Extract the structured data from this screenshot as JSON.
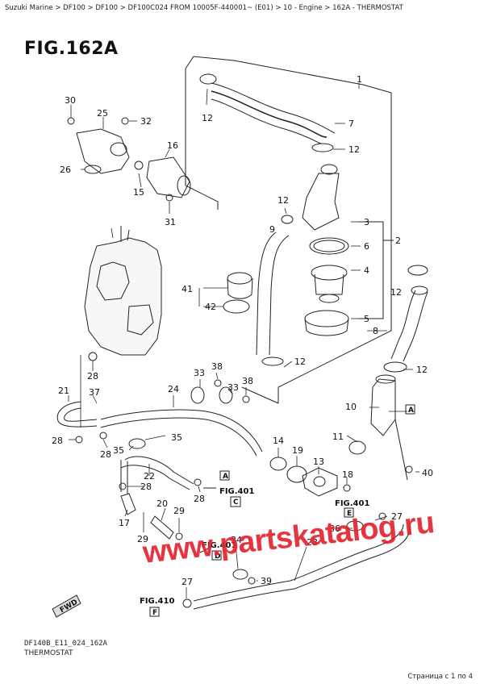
{
  "breadcrumb": "Suzuki Marine > DF100 > DF100 > DF100C024 FROM 10005F-440001~ (E01) > 10 - Engine > 162A - THERMOSTAT",
  "figure_title": "FIG.162A",
  "callouts": {
    "c1": "1",
    "c2": "2",
    "c3": "3",
    "c4": "4",
    "c5": "5",
    "c6": "6",
    "c7": "7",
    "c8": "8",
    "c10": "10",
    "c11": "11",
    "c12a": "12",
    "c12b": "12",
    "c12c": "12",
    "c12d": "12",
    "c12e": "12",
    "c12f": "12",
    "c13": "13",
    "c14": "14",
    "c15": "15",
    "c16": "16",
    "c17": "17",
    "c19": "19",
    "c18": "18",
    "c20": "20",
    "c21": "21",
    "c22": "22",
    "c23": "23",
    "c24": "24",
    "c25": "25",
    "c26": "26",
    "c27a": "27",
    "c27b": "27",
    "c28a": "28",
    "c28b": "28",
    "c28c": "28",
    "c28d": "28",
    "c28e": "28",
    "c29a": "29",
    "c29b": "29",
    "c30": "30",
    "c31": "31",
    "c32": "32",
    "c33a": "33",
    "c33b": "33",
    "c34": "34",
    "c35a": "35",
    "c35b": "35",
    "c36": "36",
    "c37": "37",
    "c38a": "38",
    "c38b": "38",
    "c39": "39",
    "c40": "40",
    "c41": "41",
    "c42": "42",
    "c9": "9"
  },
  "fig_refs": {
    "ref1": "FIG.401",
    "ref2": "FIG.401",
    "ref3": "FIG.401",
    "ref4": "FIG.410"
  },
  "box_letters": {
    "A1": "A",
    "A2": "A",
    "C": "C",
    "D": "D",
    "E": "E",
    "F": "F"
  },
  "fwd_label": "FWD",
  "footer": {
    "code": "DF140B_E11_024_162A",
    "name": "THERMOSTAT",
    "page": "Страница с 1 по 4"
  },
  "watermark": "www.partskatalog.ru",
  "colors": {
    "callout": "#111111",
    "watermark": "#e4242e",
    "callout_highlight": "#8b1010"
  }
}
